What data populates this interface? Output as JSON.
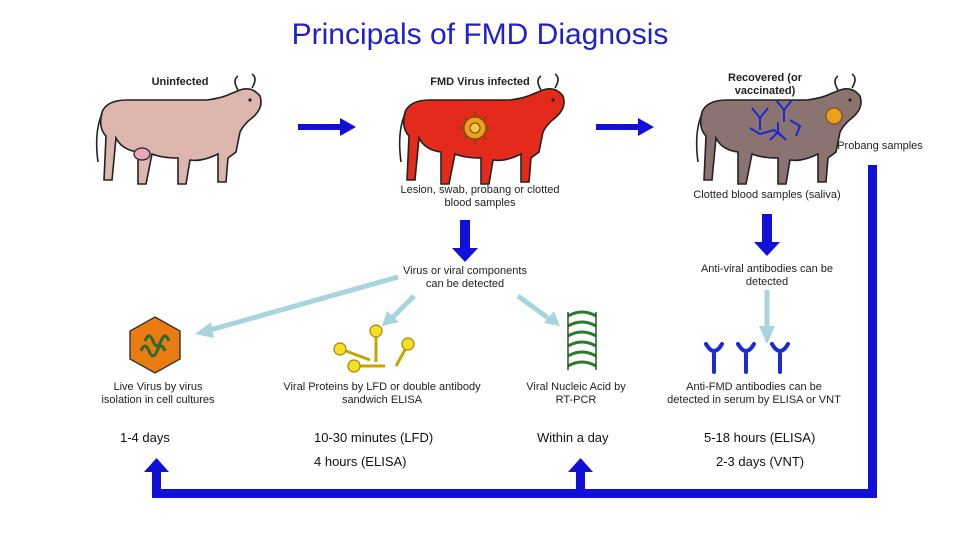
{
  "title": "Principals of FMD Diagnosis",
  "stages": {
    "uninfected": "Uninfected",
    "infected": "FMD Virus infected",
    "recovered": "Recovered (or vaccinated)"
  },
  "labels": {
    "probang": "Probang samples",
    "infected_samples": "Lesion, swab, probang or clotted blood samples",
    "recovered_samples": "Clotted blood samples (saliva)",
    "virus_detected": "Virus or viral components can be detected",
    "antibodies_detected": "Anti-viral antibodies can be detected"
  },
  "methods": {
    "live_virus": "Live Virus by virus isolation in cell cultures",
    "viral_proteins": "Viral Proteins by LFD or double antibody sandwich ELISA",
    "nucleic_acid": "Viral Nucleic Acid by RT-PCR",
    "antibodies": "Anti-FMD antibodies can be detected in serum by ELISA or VNT"
  },
  "times": {
    "live_virus": "1-4 days",
    "lfd": "10-30 minutes (LFD)",
    "elisa_protein": "4 hours (ELISA)",
    "pcr": "Within a day",
    "elisa_antibody": "5-18 hours (ELISA)",
    "vnt": "2-3 days (VNT)"
  },
  "colors": {
    "arrow_blue": "#1010d8",
    "arrow_light": "#a8d4de",
    "cow_healthy": "#ddb6ae",
    "cow_infected": "#e42a1a",
    "cow_recovered": "#8a7370",
    "virus_orange": "#e8820e",
    "title_blue": "#1f1fd0"
  }
}
